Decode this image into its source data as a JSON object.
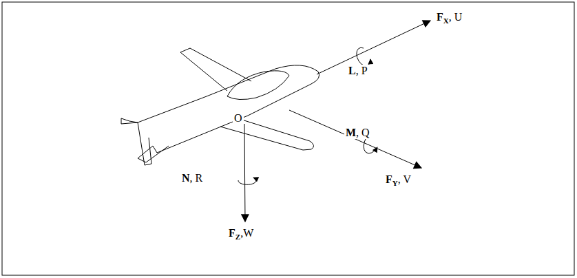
{
  "diagram": {
    "labels": [
      "FX, U",
      "L, P",
      "M, Q",
      "FY, V",
      "FZ,W",
      "N, R",
      "O"
    ]
  }
}
